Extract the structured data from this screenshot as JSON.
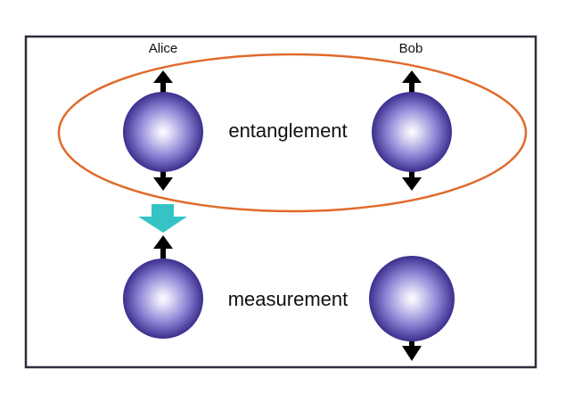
{
  "labels": {
    "alice": "Alice",
    "bob": "Bob",
    "entanglement": "entanglement",
    "measurement": "measurement"
  },
  "colors": {
    "frame": "#2b2f3c",
    "entanglement_ellipse": "#e06a2c",
    "measurement_arrow": "#35c3c6",
    "particle_light": "#ffffff",
    "particle_mid": "#8f86d6",
    "particle_dark": "#3b2f8e",
    "spin_arrow": "#000000"
  },
  "particles": [
    {
      "owner": "Alice",
      "stage": "entanglement",
      "spin_arrows": [
        "up",
        "down"
      ]
    },
    {
      "owner": "Bob",
      "stage": "entanglement",
      "spin_arrows": [
        "up",
        "down"
      ]
    },
    {
      "owner": "Alice",
      "stage": "measurement",
      "spin_arrows": [
        "up"
      ]
    },
    {
      "owner": "Bob",
      "stage": "measurement",
      "spin_arrows": [
        "down"
      ]
    }
  ]
}
